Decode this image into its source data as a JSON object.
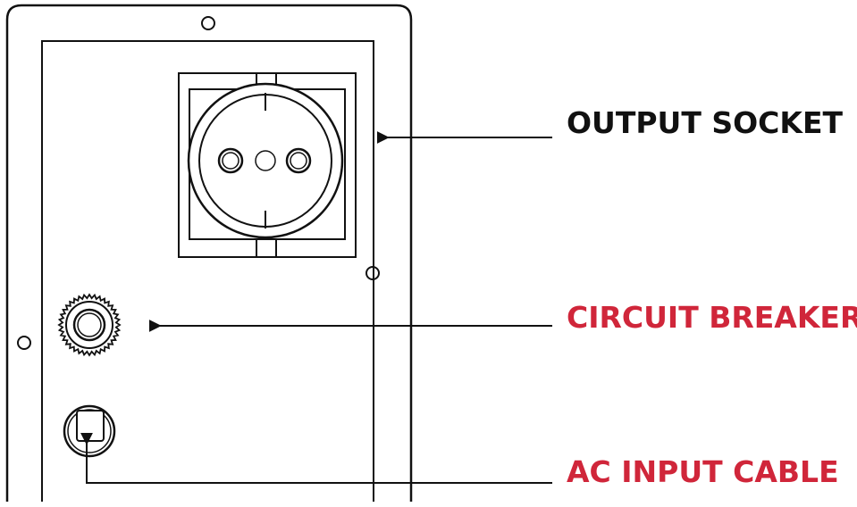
{
  "labels": {
    "output_socket": "OUTPUT SOCKET",
    "circuit_breaker": "CIRCUIT BREAKER",
    "ac_input_cable": "AC INPUT CABLE"
  },
  "colors": {
    "line": "#111111",
    "label_dark": "#111111",
    "label_accent": "#d0263a"
  }
}
